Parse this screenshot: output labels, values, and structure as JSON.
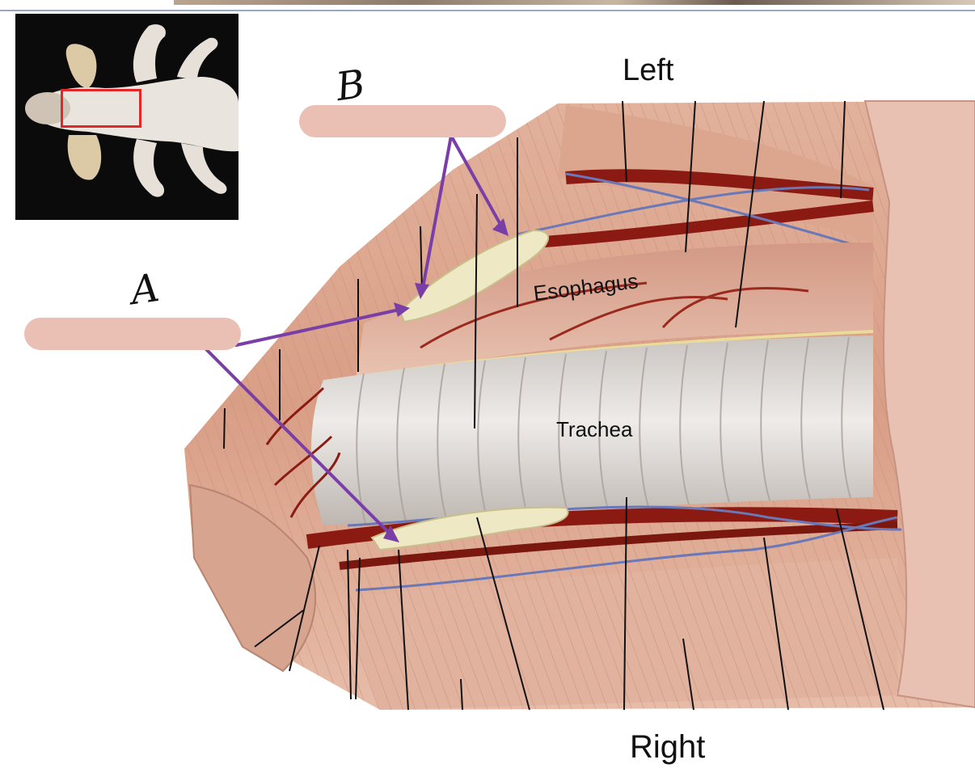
{
  "orientation": {
    "top": "Left",
    "bottom": "Right"
  },
  "quiz": {
    "blanks": [
      {
        "letter": "B"
      },
      {
        "letter": "A"
      }
    ]
  },
  "structures": {
    "esophagus": "Esophagus",
    "trachea": "Trachea"
  },
  "colors": {
    "answer_blank": "#ebc0b4",
    "arrow": "#7a3fa6",
    "region_box": "#e0282a",
    "muscle": "#d9a08a",
    "artery": "#8b1a12",
    "vein": "#6a78b8",
    "gland": "#efe8c4",
    "trachea": "#dedad5"
  }
}
